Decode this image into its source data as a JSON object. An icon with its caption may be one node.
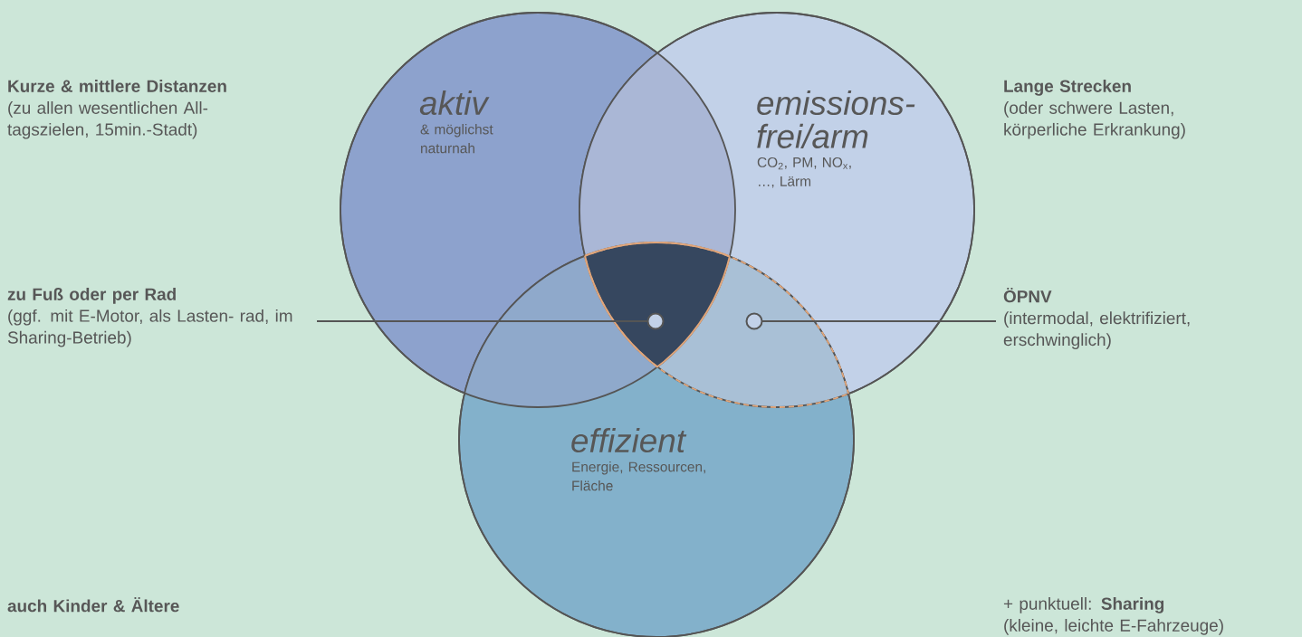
{
  "diagram": {
    "nodes": [
      {
        "text": [
          "aktiv",
          "& möglichst naturnah"
        ]
      },
      {
        "text": [
          "emissions- frei/arm",
          "CO$_{2}$, PM, NO$_{x}$, …, Lärm"
        ]
      },
      {
        "text": [
          "effizient",
          "Energie, Ressourcen, Fläche"
        ]
      },
      {
        "text": [],
        "shape": "circle"
      },
      {
        "text": [],
        "shape": "circle"
      },
      {
        "text": [
          "zu Fuß oder per Rad",
          "(ggf. mit E-Motor, als Lasten- rad, im Sharing-Betrieb)"
        ]
      },
      {
        "text": [
          "ÖPNV",
          "(intermodal, elektrifiziert, erschwinglich)"
        ]
      }
    ],
    "edges": [
      {
        "from": 5,
        "to": 3,
        "arrow": "none"
      },
      {
        "from": 6,
        "to": 4,
        "arrow": "none"
      }
    ],
    "labels": [
      "Kurze & mittlere Distanzen",
      "(zu allen wesentlichen All- tagszielen, 15min.-Stadt)",
      "Lange Strecken",
      "(oder schwere Lasten, körperliche Erkrankung)",
      "auch Kinder & Ältere",
      "+ punktuell: **Sharing**",
      "(kleine, leichte E-Fahrzeuge)"
    ]
  }
}
